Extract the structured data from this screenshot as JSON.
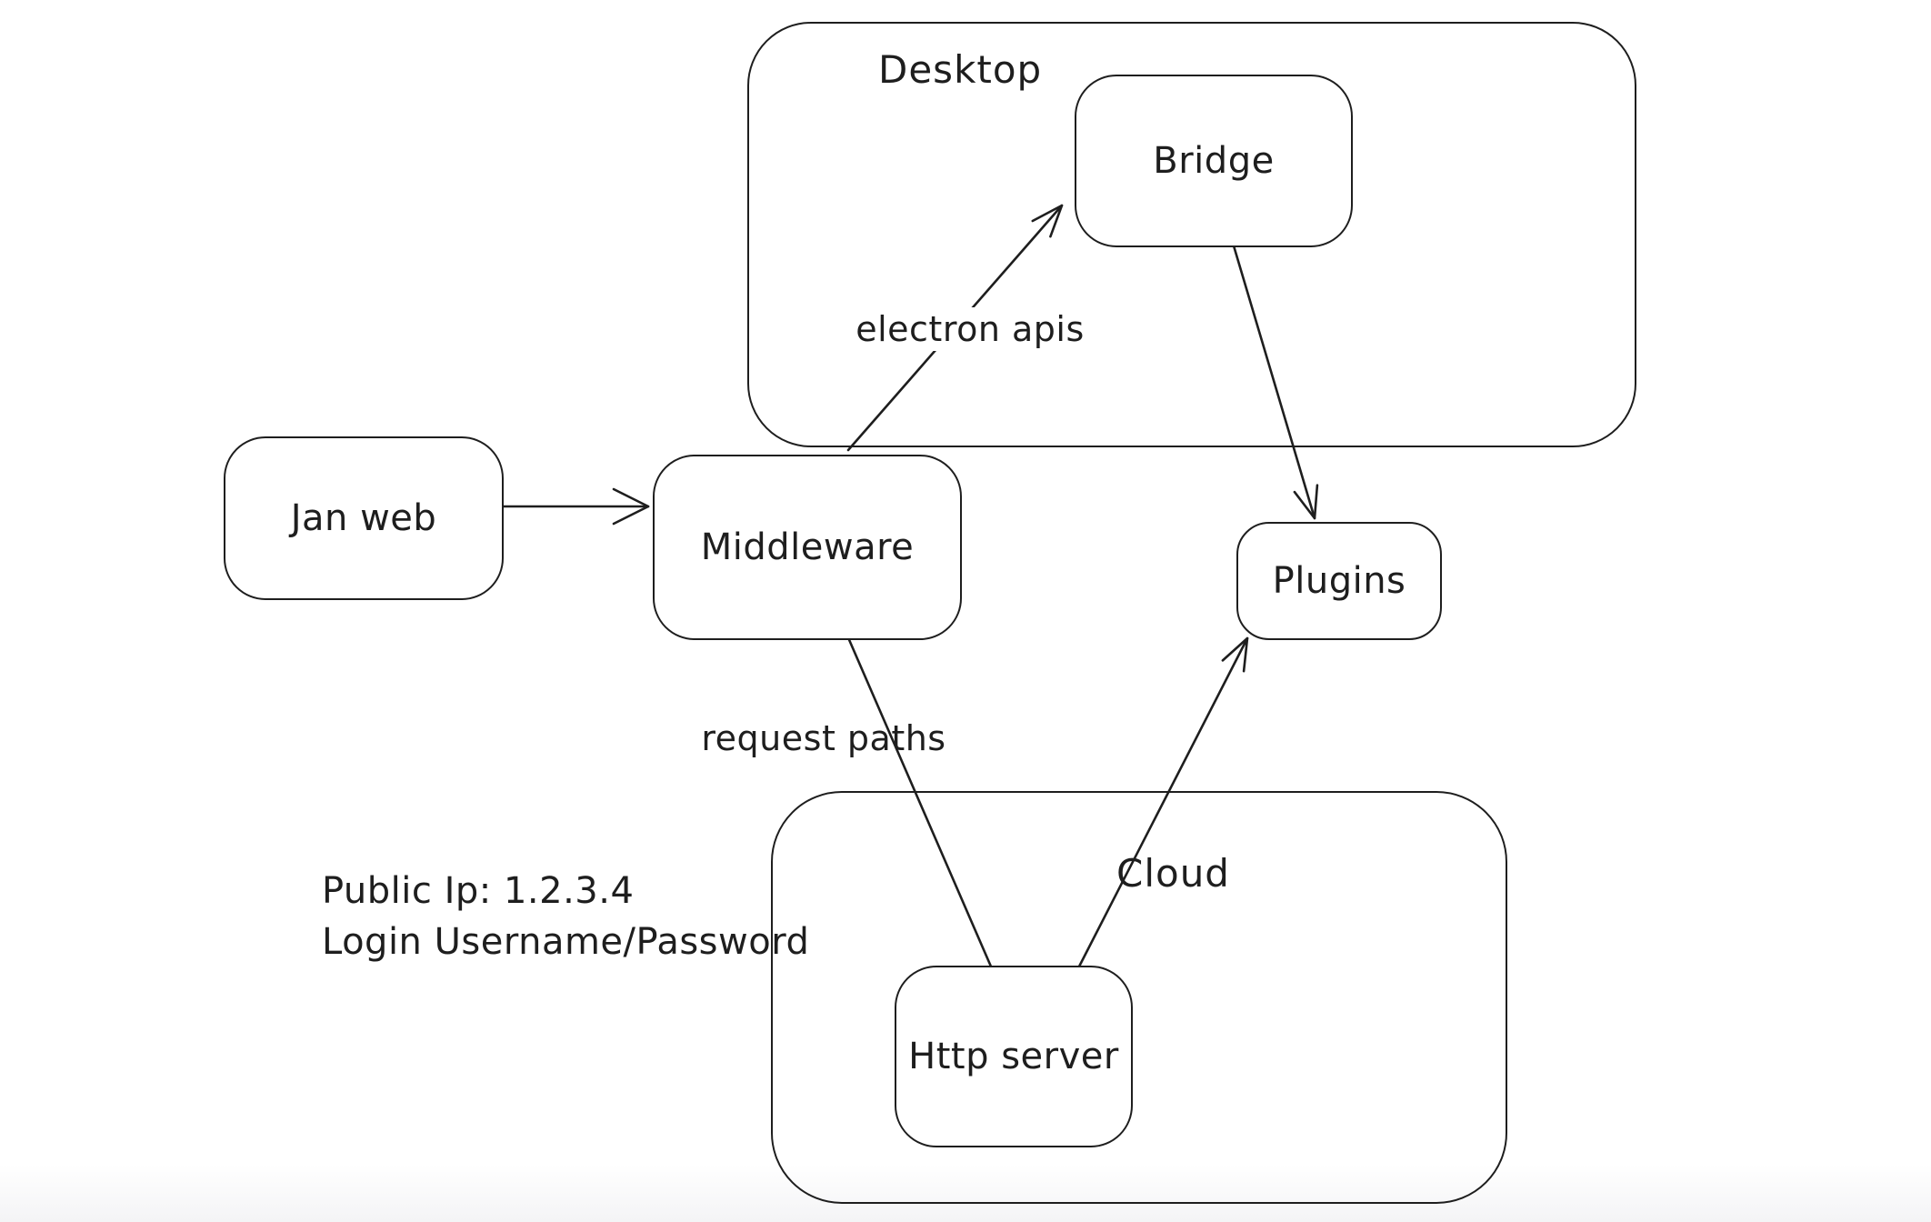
{
  "diagram": {
    "background_color": "#ffffff",
    "stroke_color": "#1e1e1e",
    "style": "hand-drawn whiteboard sketch",
    "containers": [
      {
        "id": "desktop",
        "label": "Desktop"
      },
      {
        "id": "cloud",
        "label": "Cloud"
      }
    ],
    "nodes": [
      {
        "id": "jan-web",
        "label": "Jan web"
      },
      {
        "id": "middleware",
        "label": "Middleware"
      },
      {
        "id": "bridge",
        "label": "Bridge"
      },
      {
        "id": "plugins",
        "label": "Plugins"
      },
      {
        "id": "http-server",
        "label": "Http server"
      }
    ],
    "edges": [
      {
        "from": "jan-web",
        "to": "middleware",
        "label": "",
        "arrowhead": "end"
      },
      {
        "from": "middleware",
        "to": "bridge",
        "label": "electron apis",
        "arrowhead": "end"
      },
      {
        "from": "bridge",
        "to": "plugins",
        "label": "",
        "arrowhead": "end"
      },
      {
        "from": "middleware",
        "to": "http-server",
        "label": "request paths",
        "arrowhead": "none"
      },
      {
        "from": "http-server",
        "to": "plugins",
        "label": "",
        "arrowhead": "end"
      }
    ],
    "notes": [
      "Public Ip: 1.2.3.4",
      "Login Username/Password"
    ]
  }
}
